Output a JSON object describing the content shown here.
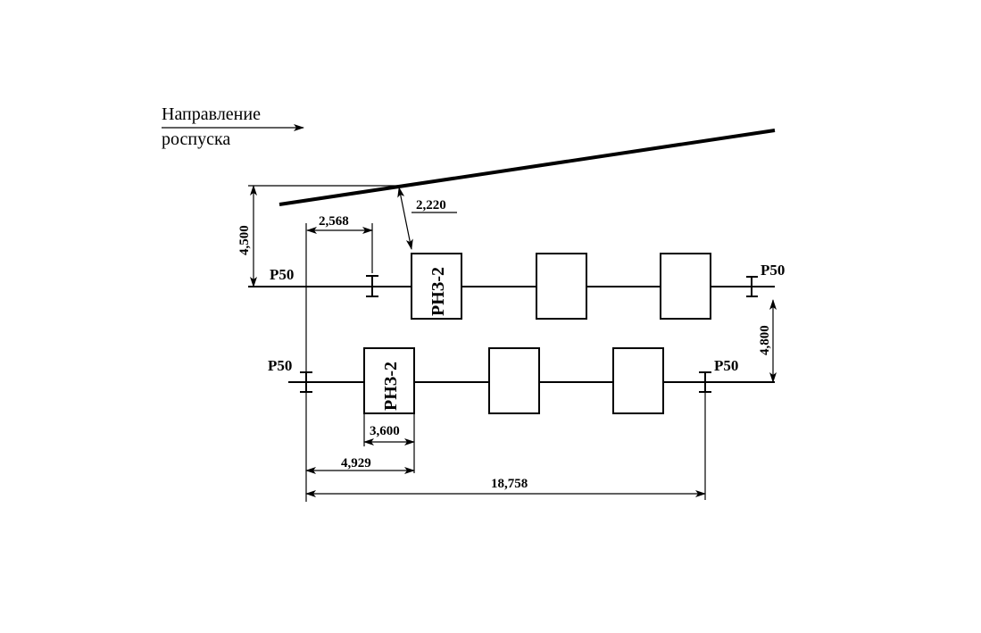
{
  "direction": {
    "line1": "Направление",
    "line2": "роспуска"
  },
  "rails": {
    "top_left": "Р50",
    "top_right": "Р50",
    "bottom_left": "Р50",
    "bottom_right": "Р50"
  },
  "units": {
    "top_retarder": "РНЗ-2",
    "bottom_retarder": "РНЗ-2"
  },
  "dimensions": {
    "slope_height": "4,500",
    "first_offset": "2,568",
    "slope_offset": "2,220",
    "track_spacing": "4,800",
    "unit_length": "3,600",
    "unit_offset": "4,929",
    "total_length": "18,758"
  },
  "colors": {
    "line": "#000000",
    "background": "#ffffff"
  }
}
